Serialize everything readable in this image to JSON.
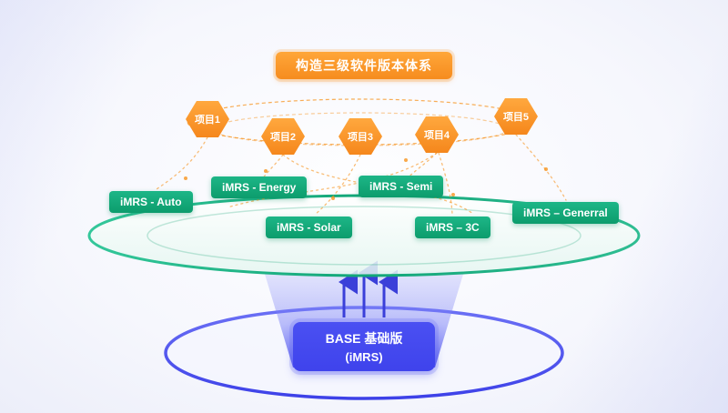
{
  "title": "构造三级软件版本体系",
  "projects": [
    {
      "label": "项目1"
    },
    {
      "label": "项目2"
    },
    {
      "label": "项目3"
    },
    {
      "label": "项目4"
    },
    {
      "label": "项目5"
    }
  ],
  "products": [
    {
      "label": "iMRS - Auto"
    },
    {
      "label": "iMRS - Energy"
    },
    {
      "label": "iMRS - Solar"
    },
    {
      "label": "iMRS - Semi"
    },
    {
      "label": "iMRS – 3C"
    },
    {
      "label": "iMRS – Generral"
    }
  ],
  "base": {
    "line1": "BASE 基础版",
    "line2": "(iMRS)"
  },
  "colors": {
    "orange": "#F68C1E",
    "green": "#0FA878",
    "blue": "#4448F0",
    "background": "#F4F5FC"
  }
}
